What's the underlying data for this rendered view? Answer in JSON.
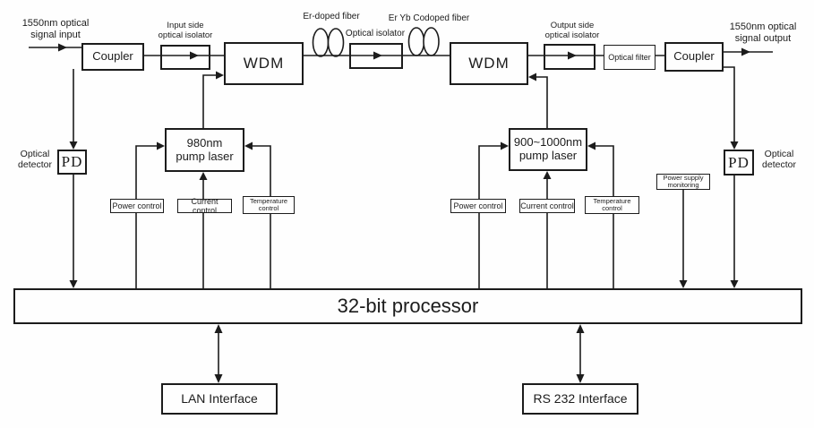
{
  "colors": {
    "ink": "#1c1c1c",
    "background": "#fefefe"
  },
  "signal_path": {
    "input_label": {
      "line1": "1550nm optical",
      "line2": "signal input"
    },
    "coupler_in": "Coupler",
    "isolator_in": {
      "line1": "Input side",
      "line2": "optical isolator"
    },
    "wdm_left": "WDM",
    "er_fiber": "Er-doped fiber",
    "isolator_mid": "Optical isolator",
    "eryb_fiber": "Er Yb Codoped fiber",
    "wdm_right": "WDM",
    "isolator_out": {
      "line1": "Output side",
      "line2": "optical isolator"
    },
    "optical_filter": "Optical filter",
    "coupler_out": "Coupler",
    "output_label": {
      "line1": "1550nm optical",
      "line2": "signal output"
    }
  },
  "detectors": {
    "pd_left": "PD",
    "pd_right": "PD",
    "label_left": {
      "line1": "Optical",
      "line2": "detector"
    },
    "label_right": {
      "line1": "Optical",
      "line2": "detector"
    }
  },
  "pumps": {
    "left": {
      "line1": "980nm",
      "line2": "pump laser"
    },
    "right": {
      "line1": "900~1000nm",
      "line2": "pump laser"
    }
  },
  "controls": {
    "power_left": "Power control",
    "current_left": "Current control",
    "temp_left": {
      "line1": "Temperature",
      "line2": "control"
    },
    "power_right": "Power control",
    "current_right": "Current control",
    "temp_right": {
      "line1": "Temperature",
      "line2": "control"
    },
    "psu_monitor": {
      "line1": "Power supply",
      "line2": "monitoring"
    }
  },
  "bottom": {
    "processor": "32-bit processor",
    "lan": "LAN Interface",
    "rs232": "RS 232 Interface"
  }
}
